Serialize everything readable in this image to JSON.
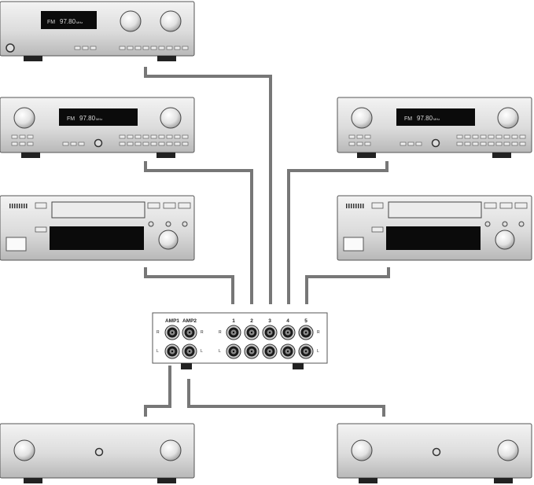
{
  "colors": {
    "panel_light": "#e7e7e7",
    "panel_dark": "#bdbdbd",
    "outline": "#555555",
    "cable": "#777777",
    "display_bg": "#0b0b0b",
    "display_text": "#d9d9d9",
    "foot": "#222222"
  },
  "tuner_display": {
    "band": "FM",
    "frequency": "97.80",
    "unit": "MHz"
  },
  "switch_box": {
    "amp1_label": "AMP1",
    "amp2_label": "AMP2",
    "source_labels": [
      "1",
      "2",
      "3",
      "4",
      "5"
    ],
    "channel_right": "R",
    "channel_left": "L"
  },
  "icons": [
    "knob-icon",
    "button-icon",
    "rca-jack-icon",
    "display-icon",
    "cd-tray-icon",
    "device-foot-icon"
  ]
}
